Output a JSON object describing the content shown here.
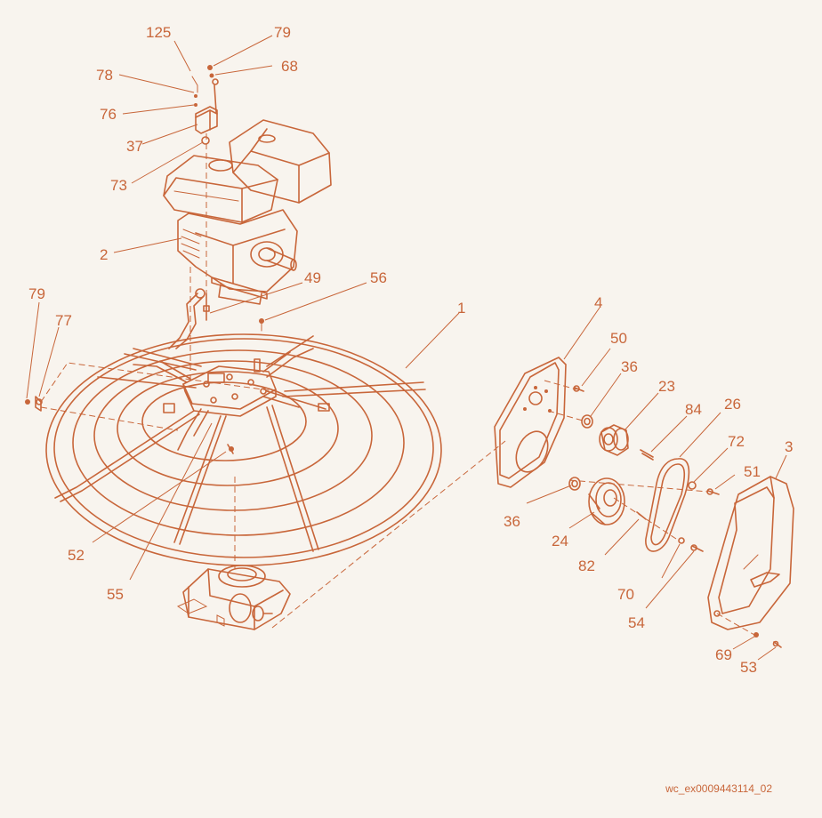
{
  "accent_color": "#c8663a",
  "background_color": "#f8f4ee",
  "drawing_ref": "wc_ex0009443114_02",
  "callouts": {
    "c125": "125",
    "c79a": "79",
    "c68": "68",
    "c78": "78",
    "c76": "76",
    "c37": "37",
    "c73": "73",
    "c2": "2",
    "c49": "49",
    "c56": "56",
    "c1": "1",
    "c79b": "79",
    "c77": "77",
    "c4": "4",
    "c50": "50",
    "c36a": "36",
    "c23": "23",
    "c84": "84",
    "c26": "26",
    "c72": "72",
    "c3": "3",
    "c51": "51",
    "c36b": "36",
    "c24": "24",
    "c82": "82",
    "c70": "70",
    "c54": "54",
    "c52": "52",
    "c55": "55",
    "c69": "69",
    "c53": "53"
  }
}
